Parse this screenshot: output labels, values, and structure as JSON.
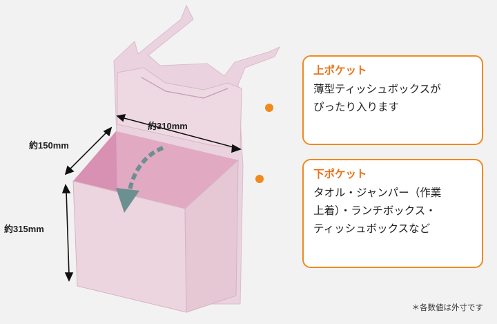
{
  "dimensions": {
    "width_label": "約310mm",
    "depth_label": "約150mm",
    "height_label": "約315mm"
  },
  "upper_pocket": {
    "title": "上ポケット",
    "lines": [
      "薄型ティッシュボックスが",
      "ぴったり入ります"
    ]
  },
  "lower_pocket": {
    "title": "下ポケット",
    "lines": [
      "タオル・ジャンパー（作業",
      "上着）・ランチボックス・",
      "ティッシュボックスなど"
    ]
  },
  "footnote": "＊各数値は外寸です",
  "colors": {
    "accent": "#f08a1e",
    "bag": "#ead3de",
    "pocket_inside": "#d891b2",
    "arrow": "#6c8f92"
  }
}
